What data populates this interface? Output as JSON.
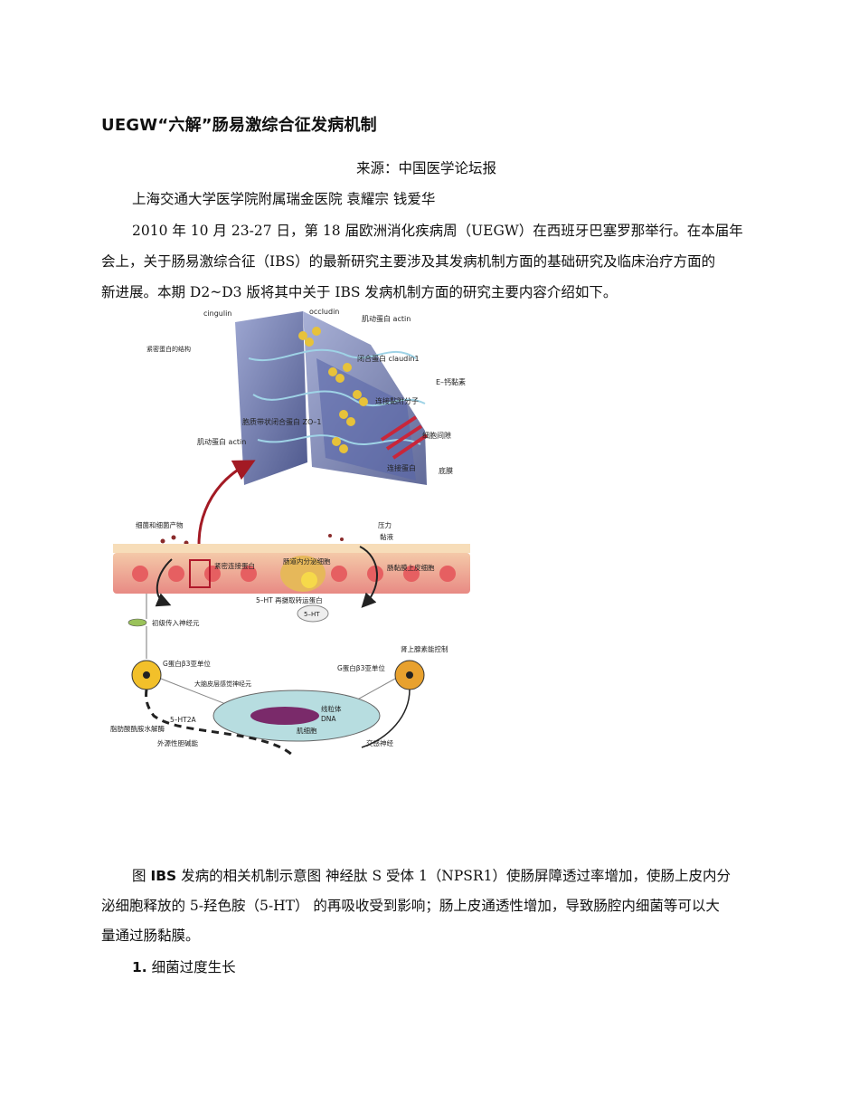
{
  "doc": {
    "title": "UEGW“六解”肠易激综合征发病机制",
    "source": "来源：中国医学论坛报",
    "authors": "上海交通大学医学院附属瑞金医院 袁耀宗 钱爱华",
    "intro": [
      "2010 年 10 月 23-27 日，第 18 届欧洲消化疾病周（UEGW）在西班牙巴塞罗那举行。在本届年",
      "会上，关于肠易激综合征（IBS）的最新研究主要涉及其发病机制方面的基础研究及临床治疗方面的",
      "新进展。本期 D2~D3 版将其中关于 IBS 发病机制方面的研究主要内容介绍如下。"
    ],
    "caption": {
      "prefix": "图 ",
      "bold": "IBS",
      "line1_rest": " 发病的相关机制示意图 神经肽 S 受体 1（NPSR1）使肠屏障透过率增加，使肠上皮内分",
      "line2": "泌细胞释放的 5-羟色胺（5-HT） 的再吸收受到影响；肠上皮通透性增加，导致肠腔内细菌等可以大",
      "line3": "量通过肠黏膜。"
    },
    "section1": {
      "num": "1.",
      "title": " 细菌过度生长"
    }
  },
  "figure": {
    "labels": {
      "top_left_note": "紧密蛋白的结构",
      "cingulin": "cingulin",
      "occludin": "occludin",
      "actin_top": "肌动蛋白 actin",
      "claudin": "闭合蛋白 claudin1",
      "cadherin": "E–钙黏素",
      "adhesion": "连接黏附分子",
      "zo1": "胞质带状闭合蛋白 ZO–1",
      "actin_left": "肌动蛋白 actin",
      "intercellular": "细胞间隙",
      "connexin": "连接蛋白",
      "basement": "底膜",
      "bacteria": "细菌和细菌产物",
      "stress": "压力",
      "mucus": "黏液",
      "tight_junction": "紧密连接蛋白",
      "ec_cell": "肠道内分泌细胞",
      "epithelial": "肠黏膜上皮细胞",
      "reuptake": "5–HT 再摄取转运蛋白",
      "sht": "5–HT",
      "afferent": "初级传入神经元",
      "g_beta3_left": "G蛋白β3亚单位",
      "adrenergic": "肾上腺素能控制",
      "g_beta3_right": "G蛋白β3亚单位",
      "primary_nerve": "大脑皮层感觉神经元",
      "mitochondria": "线粒体",
      "dna": "DNA",
      "muscle": "肌细胞",
      "ht2a": "5–HT2A",
      "fatty": "脂肪酸酰胺水解酶",
      "cholinergic": "外源性胆碱能",
      "sympathetic": "交感神经"
    }
  }
}
